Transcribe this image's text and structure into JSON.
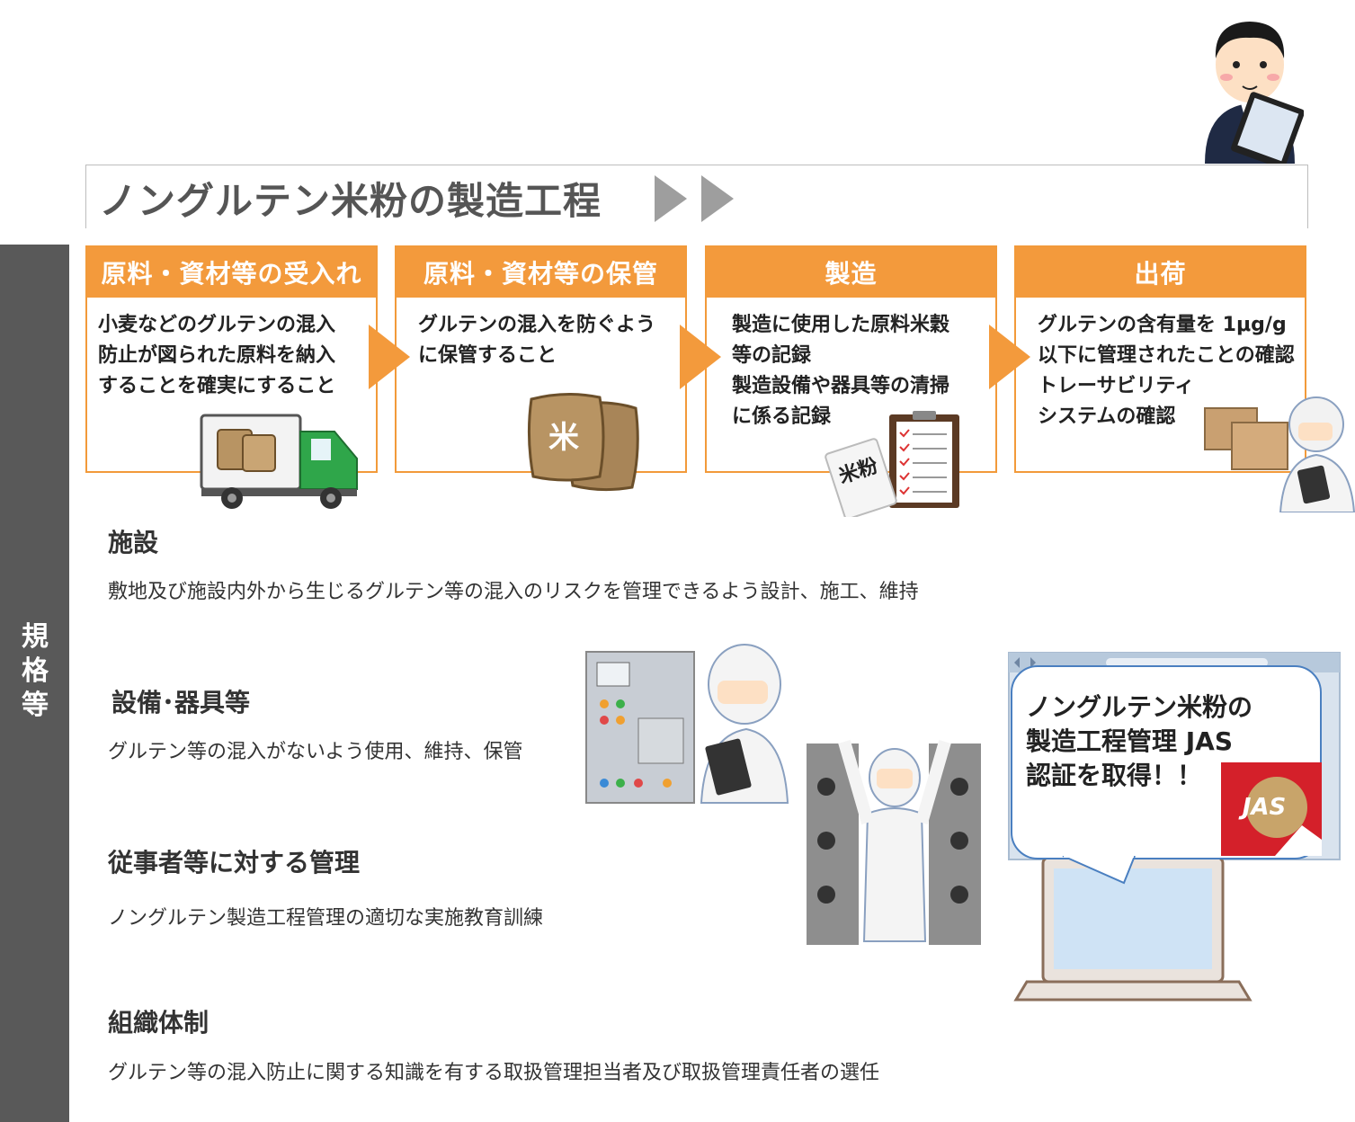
{
  "title": "ノングルテン米粉の製造工程",
  "side_label": "規格等",
  "steps": [
    {
      "head": "原料・資材等の受入れ",
      "lines": [
        "小麦などのグルテンの混入",
        "防止が図られた原料を納入",
        "することを確実にすること"
      ]
    },
    {
      "head": "原料・資材等の保管",
      "lines": [
        "グルテンの混入を防ぐよう",
        "に保管すること"
      ]
    },
    {
      "head": "製造",
      "lines": [
        "製造に使用した原料米穀",
        "等の記録",
        "製造設備や器具等の清掃",
        "に係る記録"
      ]
    },
    {
      "head": "出荷",
      "lines": [
        "グルテンの含有量を 1μg/g",
        "以下に管理されたことの確認",
        "トレーサビリティ",
        "システムの確認"
      ]
    }
  ],
  "sections": [
    {
      "title": "施設",
      "text": "敷地及び施設内外から生じるグルテン等の混入のリスクを管理できるよう設計、施工、維持"
    },
    {
      "title": "設備･器具等",
      "text": "グルテン等の混入がないよう使用、維持、保管"
    },
    {
      "title": "従事者等に対する管理",
      "text": "ノングルテン製造工程管理の適切な実施教育訓練"
    },
    {
      "title": "組織体制",
      "text": "グルテン等の混入防止に関する知識を有する取扱管理担当者及び取扱管理責任者の選任"
    }
  ],
  "bubble": {
    "lines": [
      "ノングルテン米粉の",
      "製造工程管理 JAS",
      "認証を取得！！"
    ]
  },
  "illustration_text": {
    "rice_bag_char": "米",
    "flour_bag_chars": "米粉",
    "jas_logo": "JAS"
  },
  "colors": {
    "accent": "#f39a3c",
    "side_bar": "#595959",
    "bubble_border": "#4a7fc0"
  }
}
